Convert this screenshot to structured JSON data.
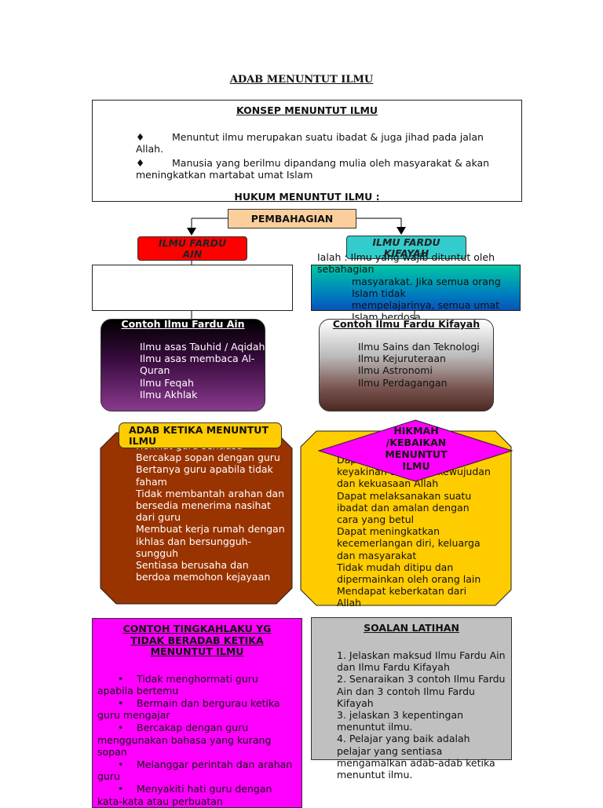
{
  "title": "ADAB MENUNTUT ILMU",
  "konsep": {
    "heading": "KONSEP MENUNTUT ILMU",
    "bullet_glyph": "♦",
    "points": [
      "Menuntut ilmu merupakan suatu ibadat & juga jihad pada jalan Allah.",
      "Manusia yang berilmu dipandang mulia oleh masyarakat & akan meningkatkan martabat umat Islam"
    ],
    "hukum": "HUKUM MENUNTUT ILMU :"
  },
  "pembahagian": "PEMBAHAGIAN",
  "fardu_ain": {
    "label": "ILMU  FARDU AIN",
    "contoh_heading": "Contoh Ilmu Fardu Ain",
    "contoh": [
      "Ilmu asas Tauhid / Aqidah",
      "Ilmu asas membaca Al- Quran",
      "Ilmu Feqah",
      "Ilmu Akhlak"
    ]
  },
  "fardu_kifayah": {
    "label": "ILMU  FARDU KIFAYAH",
    "definition": [
      "Ialah : Ilmu yang wajib dituntut oleh sebahagian",
      "masyarakat. Jika semua orang Islam tidak",
      "mempelajarinya, semua umat Islam berdosa"
    ],
    "contoh_heading": "Contoh Ilmu Fardu Kifayah",
    "contoh": [
      "Ilmu Sains dan Teknologi",
      "Ilmu Kejuruteraan",
      "Ilmu Astronomi",
      "Ilmu Perdagangan"
    ]
  },
  "adab": {
    "label": "ADAB KETIKA MENUNTUT ILMU",
    "items": [
      "Hormat guru sentiasa",
      "Bercakap sopan dengan guru",
      "Bertanya guru apabila tidak faham",
      "Tidak membantah arahan dan bersedia menerima nasihat dari guru",
      "Membuat kerja rumah dengan ikhlas dan bersungguh-sungguh",
      "Sentiasa berusaha dan berdoa memohon kejayaan"
    ]
  },
  "hikmah": {
    "label": "HIKMAH /KEBAIKAN MENUNTUT ILMU",
    "items": [
      "Dapat menambahkan keyakinan terhadap kewujudan dan kekuasaan Allah",
      "Dapat melaksanakan suatu ibadat dan amalan dengan cara yang betul",
      "Dapat meningkatkan kecemerlangan diri, keluarga dan masyarakat",
      "Tidak mudah ditipu dan dipermainkan oleh orang lain",
      "Mendapat keberkatan dari Allah"
    ]
  },
  "contoh_tidak_beradab": {
    "heading": "CONTOH TINGKAHLAKU YG TIDAK BERADAB KETIKA MENUNTUT ILMU",
    "bullet_glyph": "•",
    "items": [
      "Tidak menghormati guru apabila bertemu",
      "Bermain dan bergurau ketika guru mengajar",
      "Bercakap dengan guru menggunakan bahasa yang kurang sopan",
      "Melanggar perintah dan arahan guru",
      "Menyakiti hati guru dengan kata-kata atau perbuatan"
    ]
  },
  "soalan": {
    "heading": "SOALAN LATIHAN",
    "items": [
      "1.   Jelaskan maksud Ilmu Fardu Ain dan Ilmu Fardu Kifayah",
      "2.   Senaraikan 3 contoh Ilmu Fardu Ain dan 3 contoh Ilmu Fardu Kifayah",
      "3.   jelaskan 3 kepentingan menuntut ilmu.",
      "4.   Pelajar yang baik adalah pelajar yang sentiasa mengamalkan adab-adab ketika menuntut ilmu."
    ]
  },
  "colors": {
    "pembahagian": "#fbcf9c",
    "fardu_ain_tag": "#ff0000",
    "fardu_kifayah_tag": "#33cccc",
    "adab_box": "#993300",
    "hikmah_box": "#ffcc00",
    "diamond": "#ff00ff",
    "contoh_box": "#ff00ff",
    "soalan_box": "#c0c0c0"
  }
}
